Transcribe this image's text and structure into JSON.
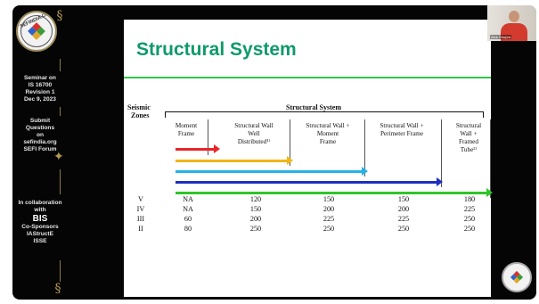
{
  "sidebar": {
    "logo_text": "SEFINDIA.ORG",
    "seminar": [
      "Seminar on",
      "IS 16700",
      "Revision 1",
      "Dec 9, 2023"
    ],
    "submit": [
      "Submit",
      "Questions",
      "on",
      "sefindia.org",
      "SEFI Forum"
    ],
    "collab": [
      "In collaboration",
      "with"
    ],
    "bis": "BIS",
    "cosponsors": [
      "Co-Sponsors",
      "IAStructE",
      "ISSE"
    ]
  },
  "slide": {
    "title": "Structural System",
    "seismic_header": [
      "Seismic",
      "Zones"
    ],
    "system_header": "Structural System",
    "columns": [
      [
        "Moment",
        "Frame"
      ],
      [
        "Structural Wall",
        "Well",
        "Distributed¹⁾"
      ],
      [
        "Structural Wall +",
        "Moment",
        "Frame"
      ],
      [
        "Structural Wall +",
        "Perimeter Frame"
      ],
      [
        "Structural",
        "Wall +",
        "Framed",
        "Tube²⁾"
      ]
    ],
    "rows": [
      {
        "zone": "V",
        "values": [
          "NA",
          "120",
          "150",
          "150",
          "180"
        ]
      },
      {
        "zone": "IV",
        "values": [
          "NA",
          "150",
          "200",
          "200",
          "225"
        ]
      },
      {
        "zone": "III",
        "values": [
          "60",
          "200",
          "225",
          "225",
          "250"
        ]
      },
      {
        "zone": "II",
        "values": [
          "80",
          "250",
          "250",
          "250",
          "250"
        ]
      }
    ],
    "arrows": [
      {
        "color": "#e8262a"
      },
      {
        "color": "#f2b618"
      },
      {
        "color": "#25b3e6"
      },
      {
        "color": "#1c2fbf"
      },
      {
        "color": "#2ec52a"
      }
    ]
  },
  "camera": {
    "label": "Alok Chopra"
  }
}
